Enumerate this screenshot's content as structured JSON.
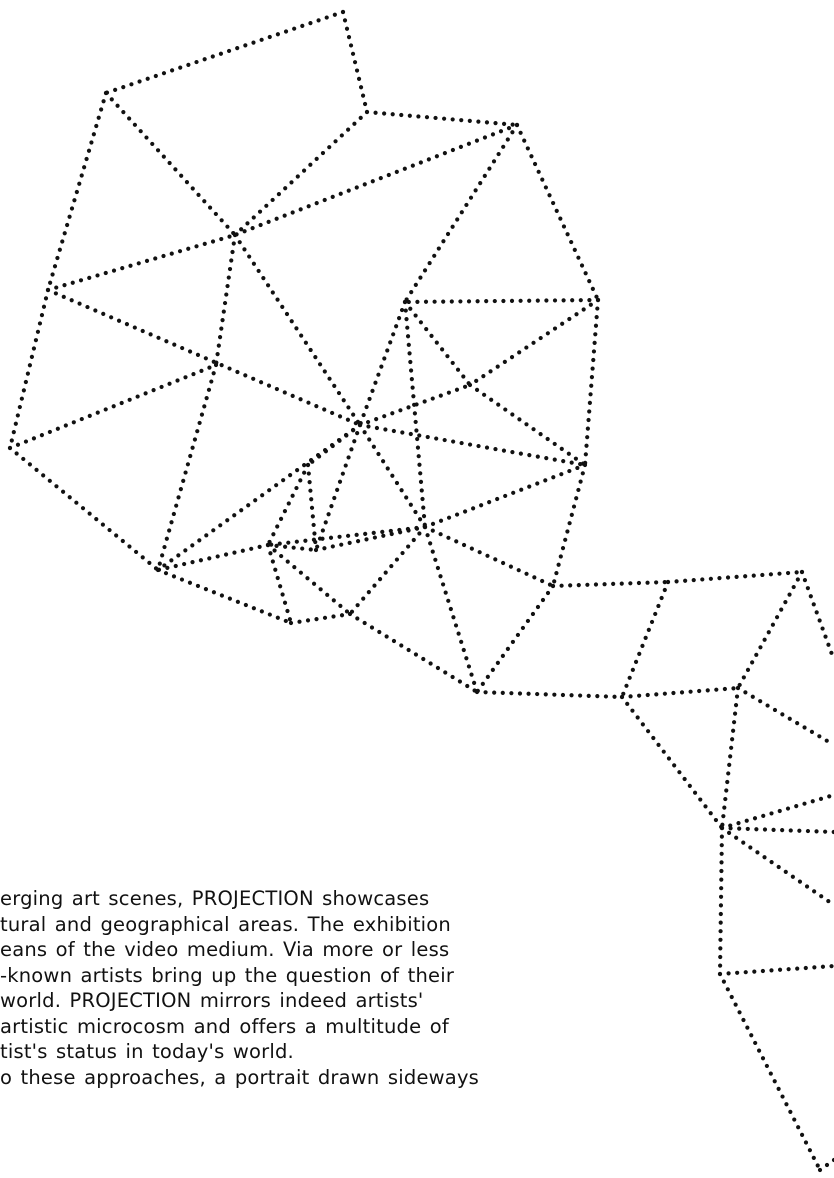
{
  "document": {
    "paragraph_lines": [
      "erging art scenes, PROJECTION showcases",
      "tural and geographical areas. The exhibition",
      "eans of the video medium. Via more or less",
      " -known artists bring up the question of their",
      " world. PROJECTION mirrors indeed artists'",
      "artistic microcosm and offers a multitude of",
      "tist's status in today's world.",
      "o these approaches, a portrait drawn sideways"
    ]
  },
  "colors": {
    "ink": "#111111",
    "background": "#ffffff"
  }
}
